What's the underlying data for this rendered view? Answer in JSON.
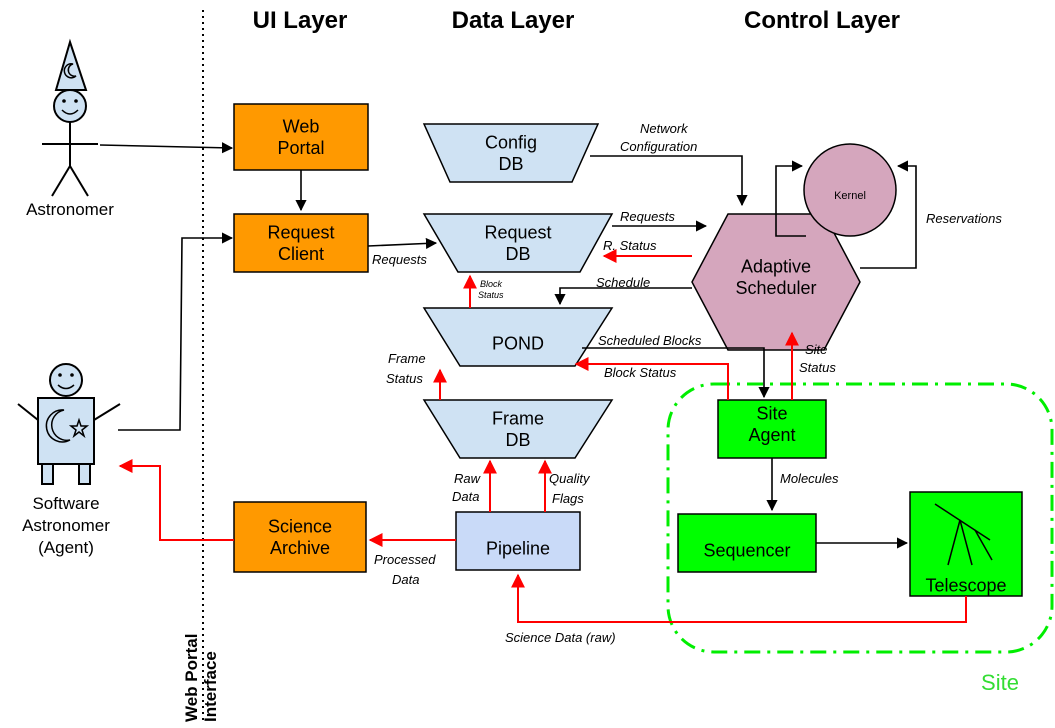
{
  "layers": {
    "ui": "UI Layer",
    "data": "Data Layer",
    "control": "Control Layer"
  },
  "interface": {
    "line1": "Web Portal",
    "line2": "Interface"
  },
  "actors": {
    "astronomer": "Astronomer",
    "software_line1": "Software",
    "software_line2": "Astronomer",
    "software_line3": "(Agent)"
  },
  "nodes": {
    "web_portal": [
      "Web",
      "Portal"
    ],
    "request_client": [
      "Request",
      "Client"
    ],
    "science_archive": [
      "Science",
      "Archive"
    ],
    "config_db": [
      "Config",
      "DB"
    ],
    "request_db": [
      "Request",
      "DB"
    ],
    "pond": [
      "POND"
    ],
    "frame_db": [
      "Frame",
      "DB"
    ],
    "pipeline": [
      "Pipeline"
    ],
    "kernel": [
      "Kernel"
    ],
    "adaptive_scheduler": [
      "Adaptive",
      "Scheduler"
    ],
    "site_agent": [
      "Site",
      "Agent"
    ],
    "sequencer": [
      "Sequencer"
    ],
    "telescope": [
      "Telescope"
    ]
  },
  "site_region": "Site",
  "edge_labels": {
    "network_config_1": "Network",
    "network_config_2": "Configuration",
    "requests_in": "Requests",
    "requests_out": "Requests",
    "r_status": "R. Status",
    "reservations": "Reservations",
    "block_status_small_1": "Block",
    "block_status_small_2": "Status",
    "schedule": "Schedule",
    "scheduled_blocks": "Scheduled Blocks",
    "block_status": "Block Status",
    "site_status_1": "Site",
    "site_status_2": "Status",
    "frame_status_1": "Frame",
    "frame_status_2": "Status",
    "molecules": "Molecules",
    "raw_data_1": "Raw",
    "raw_data_2": "Data",
    "quality_flags_1": "Quality",
    "quality_flags_2": "Flags",
    "processed_data_1": "Processed",
    "processed_data_2": "Data",
    "science_data": "Science Data (raw)"
  },
  "colors": {
    "ui_node": "#ff9900",
    "data_node": "#cfe2f3",
    "pipeline_node": "#c9daf8",
    "scheduler": "#d5a6bd",
    "site_node": "#00ff00",
    "site_border": "#00ee00",
    "actor_fill": "#cfe2f3",
    "feedback_arrow": "#ff0000"
  }
}
